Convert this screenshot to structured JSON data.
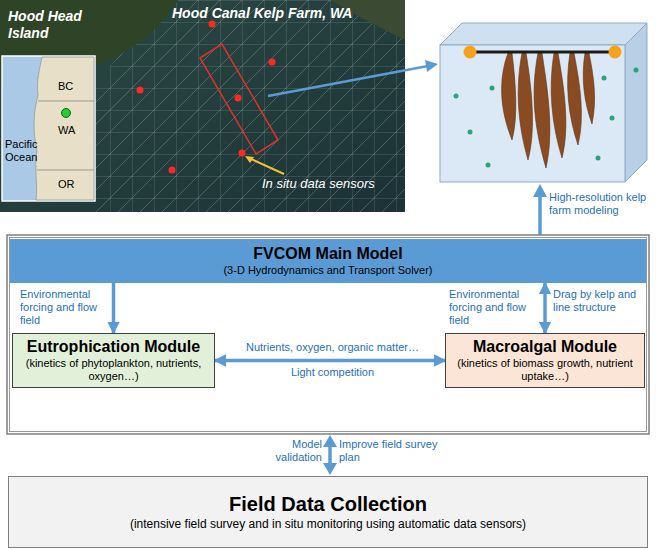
{
  "diagram": {
    "nodes": [
      {
        "text": [
          "FVCOM Main Model",
          "(3-D Hydrodynamics and Transport Solver)"
        ]
      },
      {
        "text": [
          "Eutrophication Module",
          "(kinetics of phytoplankton, nutrients, oxygen…)"
        ]
      },
      {
        "text": [
          "Macroalgal Module",
          "(kinetics of biomass growth, nutrient uptake…)"
        ]
      },
      {
        "text": [
          "Field Data Collection",
          "(intensive field survey and in situ monitoring using automatic data sensors)"
        ]
      }
    ],
    "edges": [
      {
        "from": 0,
        "to": 1,
        "arrow": "to",
        "label": "Environmental forcing and flow field"
      },
      {
        "from": 0,
        "to": 2,
        "arrow": "both",
        "label": "Environmental forcing and flow field"
      },
      {
        "from": 1,
        "to": 2,
        "arrow": "both",
        "label": "Nutrients, oxygen, organic matter…"
      }
    ],
    "labels": [
      "Hood Head Island",
      "Hood Canal Kelp Farm, WA",
      "BC",
      "WA",
      "Pacific Ocean",
      "OR",
      "In situ data sensors",
      "High-resolution kelp farm modeling",
      "Drag by kelp and line structure",
      "Light competition",
      "Model validation",
      "Improve field survey plan"
    ]
  }
}
